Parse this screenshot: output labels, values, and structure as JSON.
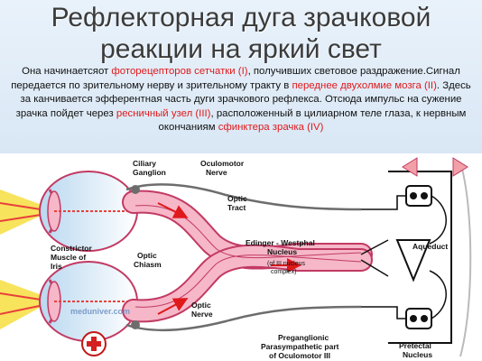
{
  "title": {
    "line1": "Рефлекторная дуга зрачковой",
    "line2": "реакции на яркий свет"
  },
  "paragraph": {
    "s1": "Она начинаетсяот ",
    "r1": "фоторецепторов сетчатки (I)",
    "s2": ", получивших  световое раздражение.Сигнал  передается  по  зрительному нерву и зрительному тракту в ",
    "r2": "переднее двухолмие мозга (II)",
    "s3": ". Здесь за канчивается эфферентная часть дуги зрачкового  рефлекса.  Отсюда  импульс на сужение зрачка пойдет через ",
    "r3": "ресничный узел (III)",
    "s4": ", расположенный в цилиарном теле глаза, к нервным окончаниям  ",
    "r4": "сфинктера зрачка (IV)"
  },
  "diagram_labels": {
    "ciliary_ganglion": [
      "Ciliary",
      "Ganglion"
    ],
    "oculomotor_nerve": [
      "Oculomotor",
      "Nerve"
    ],
    "optic_tract": [
      "Optic",
      "Tract"
    ],
    "constrictor": [
      "Constrictor",
      "Muscle of",
      "Iris"
    ],
    "optic_chiasm": [
      "Optic",
      "Chiasm"
    ],
    "edinger": [
      "Edinger - Westphal",
      "Nucleus"
    ],
    "edinger_sub": [
      "(of III nucleus",
      "complex)"
    ],
    "aqueduct": "Aqueduct",
    "optic_nerve": [
      "Optic",
      "Nerve"
    ],
    "preganglionic": [
      "Preganglionic",
      "Parasympathetic part",
      "of Oculomotor III"
    ],
    "pretectal": [
      "Pretectal",
      "Nucleus"
    ],
    "watermark": "meduniver.com"
  },
  "colors": {
    "pathway_pink": "#f6b7c8",
    "pathway_outline": "#c23a63",
    "ray_yellow": "#f7e04a",
    "ray_red": "#e8403a",
    "arrow_red": "#e0191b",
    "nav_arrow": "#f2a0a8"
  },
  "icons": {
    "nav_left": "triangle-left",
    "nav_right": "triangle-right",
    "logo": "red-cross-circle"
  }
}
